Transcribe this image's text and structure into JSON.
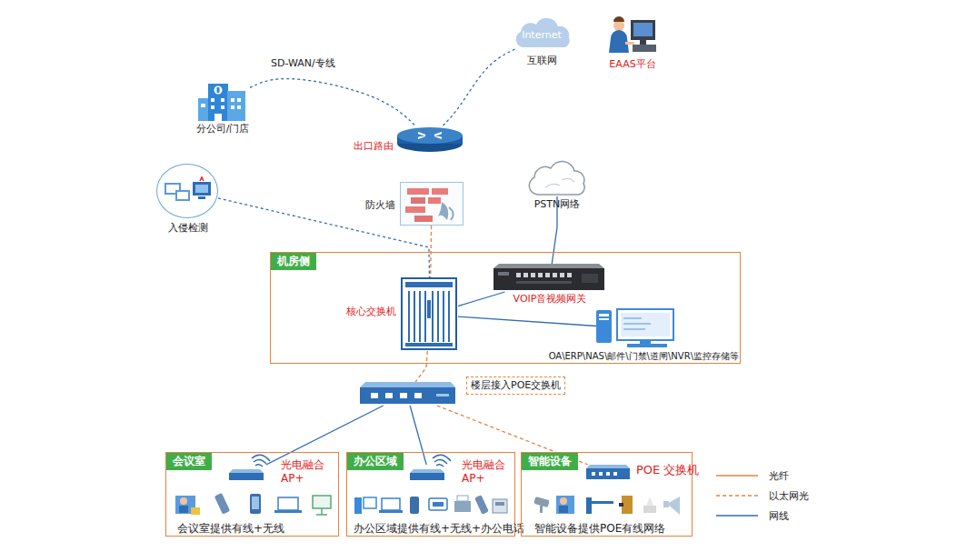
{
  "diagram": {
    "nodes": [
      {
        "text": [
          "分公司/门店"
        ]
      },
      {
        "text": [
          "Internet",
          "互联网"
        ]
      },
      {
        "text": [
          "EAAS平台"
        ]
      },
      {
        "text": [
          "出口路由"
        ]
      },
      {
        "text": [
          "入侵检测"
        ]
      },
      {
        "text": [
          "防火墙"
        ]
      },
      {
        "text": [
          "PSTN网络"
        ]
      },
      {
        "text": [
          "机房侧"
        ]
      },
      {
        "text": [
          "核心交换机"
        ],
        "in": 7
      },
      {
        "text": [
          "VOIP音视频网关"
        ],
        "in": 7
      },
      {
        "text": [
          "OA\\ERP\\NAS\\邮件\\门禁\\道闸\\NVR\\监控存储等"
        ],
        "in": 7
      },
      {
        "text": [
          "楼层接入POE交换机"
        ]
      },
      {
        "text": [
          "会议室",
          "会议室提供有线+无线"
        ]
      },
      {
        "text": [
          "光电融合 AP+"
        ],
        "in": 12
      },
      {
        "text": [
          "办公区域",
          "办公区域提供有线+无线+办公电话"
        ]
      },
      {
        "text": [
          "光电融合 AP+"
        ],
        "in": 14
      },
      {
        "text": [
          "智能设备",
          "智能设备提供POE有线网络"
        ]
      },
      {
        "text": [
          "POE 交换机"
        ],
        "in": 16
      }
    ],
    "edges": [
      {
        "from": 0,
        "to": 3,
        "arrow": "none",
        "label": "SD-WAN/专线"
      },
      {
        "from": 1,
        "to": 3,
        "arrow": "none"
      },
      {
        "from": 5,
        "to": 8,
        "arrow": "none"
      },
      {
        "from": 4,
        "to": 8,
        "arrow": "none"
      },
      {
        "from": 6,
        "to": 9,
        "arrow": "none"
      },
      {
        "from": 8,
        "to": 9,
        "arrow": "none"
      },
      {
        "from": 8,
        "to": 10,
        "arrow": "none"
      },
      {
        "from": 8,
        "to": 11,
        "arrow": "none"
      },
      {
        "from": 11,
        "to": 13,
        "arrow": "none"
      },
      {
        "from": 11,
        "to": 15,
        "arrow": "none"
      },
      {
        "from": 11,
        "to": 17,
        "arrow": "none"
      }
    ],
    "legend": [
      {
        "text": "光纤"
      },
      {
        "text": "以太网光"
      },
      {
        "text": "网线"
      }
    ]
  }
}
